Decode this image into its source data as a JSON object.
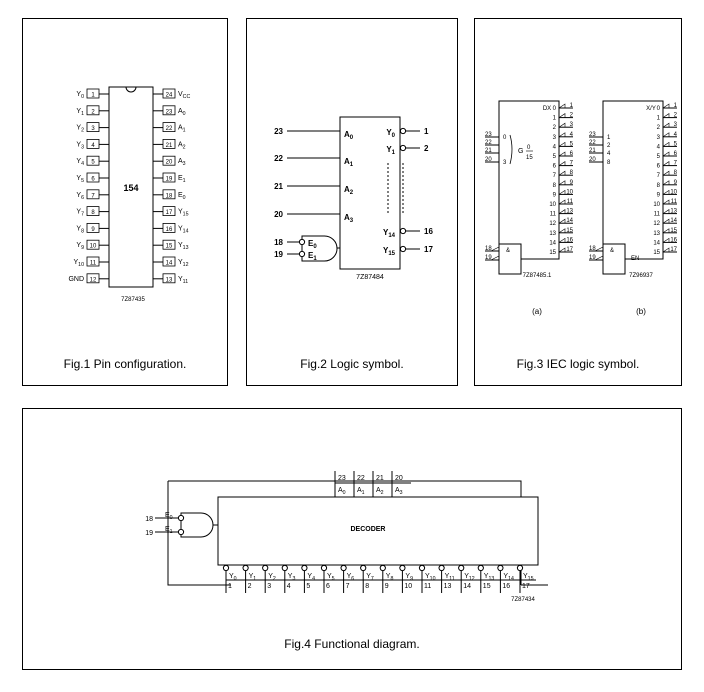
{
  "fig1": {
    "caption": "Fig.1  Pin configuration.",
    "chip_label": "154",
    "code": "7Z87435",
    "left_pins": [
      {
        "num": "1",
        "name": "Y",
        "sub": "0"
      },
      {
        "num": "2",
        "name": "Y",
        "sub": "1"
      },
      {
        "num": "3",
        "name": "Y",
        "sub": "2"
      },
      {
        "num": "4",
        "name": "Y",
        "sub": "3"
      },
      {
        "num": "5",
        "name": "Y",
        "sub": "4"
      },
      {
        "num": "6",
        "name": "Y",
        "sub": "5"
      },
      {
        "num": "7",
        "name": "Y",
        "sub": "6"
      },
      {
        "num": "8",
        "name": "Y",
        "sub": "7"
      },
      {
        "num": "9",
        "name": "Y",
        "sub": "8"
      },
      {
        "num": "10",
        "name": "Y",
        "sub": "9"
      },
      {
        "num": "11",
        "name": "Y",
        "sub": "10"
      },
      {
        "num": "12",
        "name": "GND",
        "sub": ""
      }
    ],
    "right_pins": [
      {
        "num": "24",
        "name": "V",
        "sub": "CC"
      },
      {
        "num": "23",
        "name": "A",
        "sub": "0"
      },
      {
        "num": "22",
        "name": "A",
        "sub": "1"
      },
      {
        "num": "21",
        "name": "A",
        "sub": "2"
      },
      {
        "num": "20",
        "name": "A",
        "sub": "3"
      },
      {
        "num": "19",
        "name": "E",
        "sub": "1"
      },
      {
        "num": "18",
        "name": "E",
        "sub": "0"
      },
      {
        "num": "17",
        "name": "Y",
        "sub": "15"
      },
      {
        "num": "16",
        "name": "Y",
        "sub": "14"
      },
      {
        "num": "15",
        "name": "Y",
        "sub": "13"
      },
      {
        "num": "14",
        "name": "Y",
        "sub": "12"
      },
      {
        "num": "13",
        "name": "Y",
        "sub": "11"
      }
    ]
  },
  "fig2": {
    "caption": "Fig.2  Logic symbol.",
    "code": "7Z87484",
    "inputs": [
      {
        "num": "23",
        "name": "A",
        "sub": "0"
      },
      {
        "num": "22",
        "name": "A",
        "sub": "1"
      },
      {
        "num": "21",
        "name": "A",
        "sub": "2"
      },
      {
        "num": "20",
        "name": "A",
        "sub": "3"
      }
    ],
    "outputs": [
      {
        "num": "1",
        "name": "Y",
        "sub": "0"
      },
      {
        "num": "2",
        "name": "Y",
        "sub": "1"
      },
      {
        "num": "16",
        "name": "Y",
        "sub": "14"
      },
      {
        "num": "17",
        "name": "Y",
        "sub": "15"
      }
    ],
    "enables": [
      {
        "num": "18",
        "name": "E",
        "sub": "0"
      },
      {
        "num": "19",
        "name": "E",
        "sub": "1"
      }
    ]
  },
  "fig3": {
    "caption": "Fig.3  IEC logic symbol.",
    "a": {
      "label": "(a)",
      "code": "7Z87485.1",
      "header": "DX",
      "inputs": [
        "23",
        "22",
        "21",
        "20"
      ],
      "weights": [
        "0",
        "",
        "",
        "3"
      ],
      "g_label": "G",
      "g_top": "0",
      "g_bottom": "15",
      "and_label": "&",
      "enable_inputs": [
        "18",
        "19"
      ]
    },
    "b": {
      "label": "(b)",
      "code": "7Z96937",
      "header": "X/Y",
      "inputs": [
        "23",
        "22",
        "21",
        "20"
      ],
      "weights": [
        "1",
        "2",
        "4",
        "8"
      ],
      "and_label": "&",
      "en_label": "EN",
      "enable_inputs": [
        "18",
        "19"
      ]
    },
    "out_index": [
      "0",
      "1",
      "2",
      "3",
      "4",
      "5",
      "6",
      "7",
      "8",
      "9",
      "10",
      "11",
      "12",
      "13",
      "14",
      "15"
    ],
    "out_pins": [
      "1",
      "2",
      "3",
      "4",
      "5",
      "6",
      "7",
      "8",
      "9",
      "10",
      "11",
      "13",
      "14",
      "15",
      "16",
      "17"
    ]
  },
  "fig4": {
    "caption": "Fig.4  Functional diagram.",
    "block_label": "DECODER",
    "code": "7Z87434",
    "addr_pins": [
      {
        "num": "23",
        "name": "A",
        "sub": "0"
      },
      {
        "num": "22",
        "name": "A",
        "sub": "1"
      },
      {
        "num": "21",
        "name": "A",
        "sub": "2"
      },
      {
        "num": "20",
        "name": "A",
        "sub": "3"
      }
    ],
    "enable_pins": [
      {
        "num": "18",
        "name": "E",
        "sub": "0"
      },
      {
        "num": "19",
        "name": "E",
        "sub": "1"
      }
    ],
    "out_subs": [
      "0",
      "1",
      "2",
      "3",
      "4",
      "5",
      "6",
      "7",
      "8",
      "9",
      "10",
      "11",
      "12",
      "13",
      "14",
      "15"
    ],
    "out_pins": [
      "1",
      "2",
      "3",
      "4",
      "5",
      "6",
      "7",
      "8",
      "9",
      "10",
      "11",
      "13",
      "14",
      "15",
      "16",
      "17"
    ]
  }
}
